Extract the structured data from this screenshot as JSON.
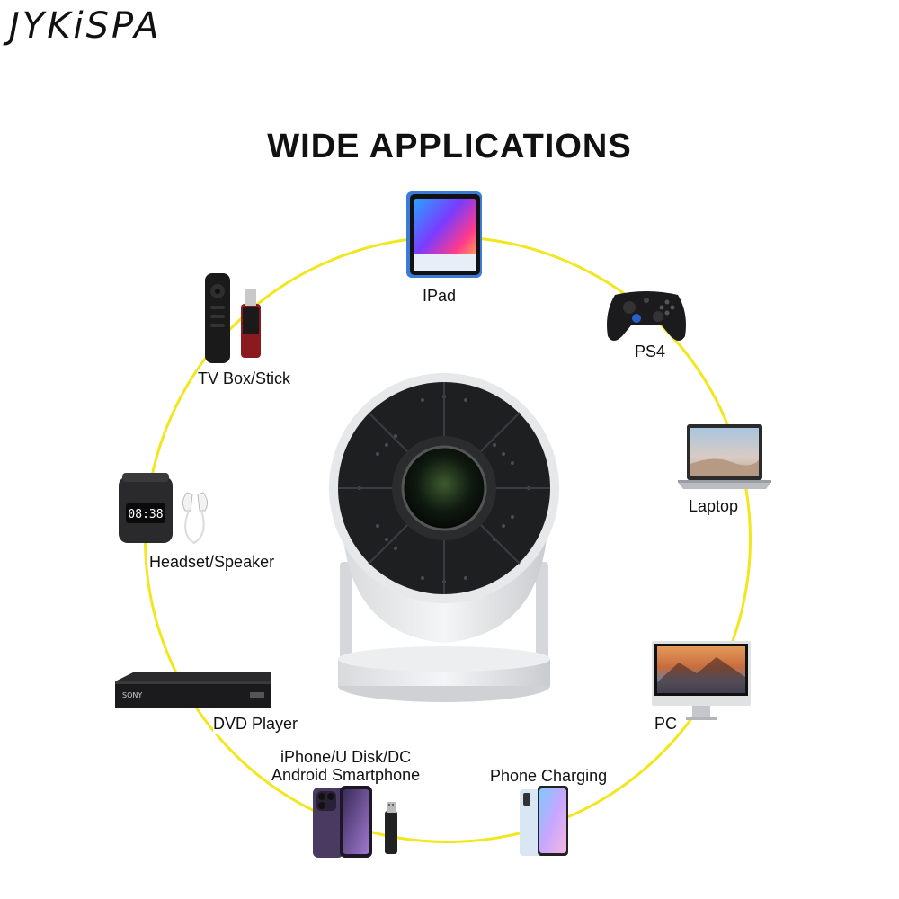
{
  "brand": "JYKiSPA",
  "headline": "WIDE APPLICATIONS",
  "devices": {
    "ipad": {
      "label": "IPad",
      "icon": "tablet-icon"
    },
    "ps4": {
      "label": "PS4",
      "icon": "gamepad-icon"
    },
    "laptop": {
      "label": "Laptop",
      "icon": "laptop-icon"
    },
    "pc": {
      "label": "PC",
      "icon": "monitor-icon"
    },
    "phone_charging": {
      "label": "Phone Charging",
      "icon": "smartphone-icon"
    },
    "iphone_usb": {
      "label_line1": "iPhone/U Disk/DC",
      "label_line2": "Android Smartphone",
      "icon": "phone-usb-icon"
    },
    "dvd": {
      "label": "DVD Player",
      "icon": "dvd-player-icon",
      "brand_text": "SONY"
    },
    "headset": {
      "label": "Headset/Speaker",
      "icon": "speaker-icon",
      "clock_text": "08:38"
    },
    "tvbox": {
      "label": "TV Box/Stick",
      "icon": "remote-stick-icon"
    }
  },
  "colors": {
    "ring": "#f2e61e",
    "text": "#111111",
    "background": "#ffffff"
  }
}
